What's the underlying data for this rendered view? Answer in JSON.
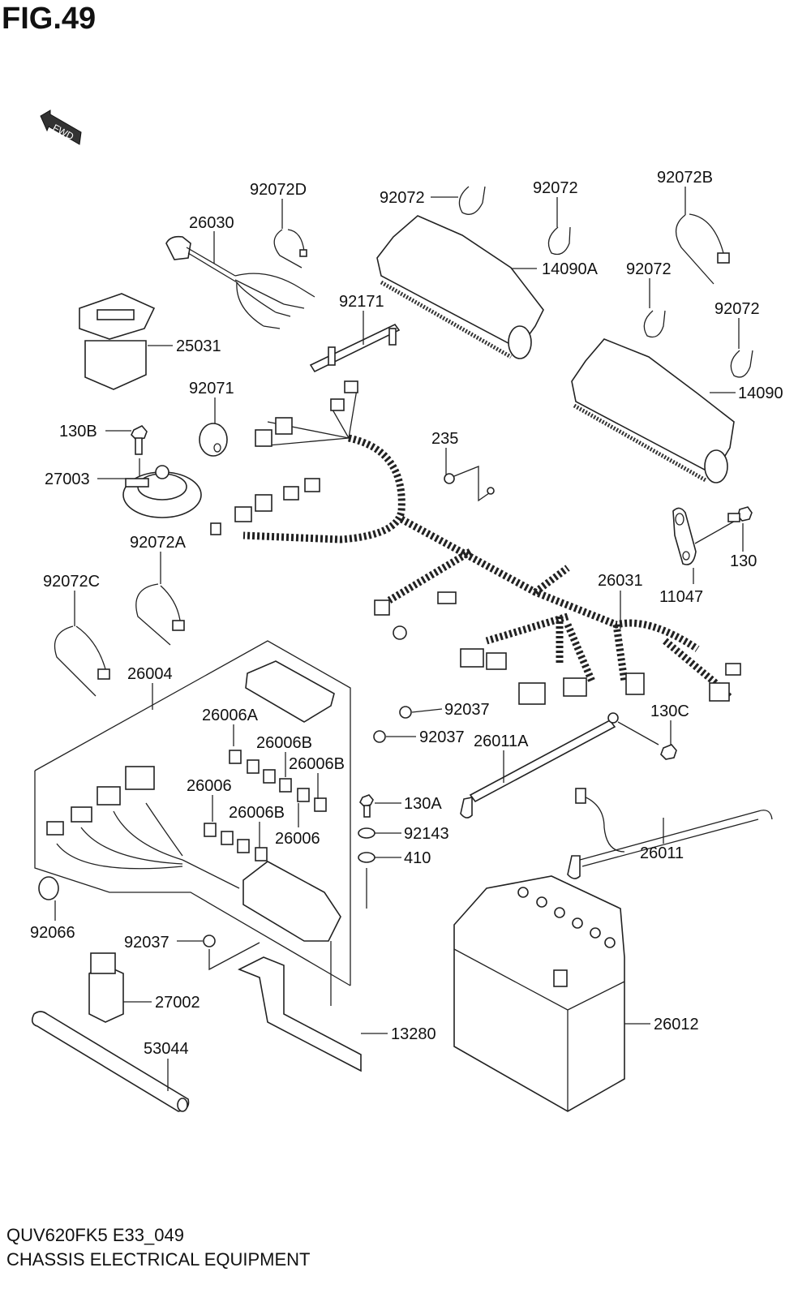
{
  "figure": {
    "title": "FIG.49",
    "model_code": "QUV620FK5 E33_049",
    "section_title": "CHASSIS ELECTRICAL EQUIPMENT",
    "direction_indicator": "FWD"
  },
  "parts": [
    {
      "id": "p-92072D",
      "label": "92072D",
      "description": "cable band"
    },
    {
      "id": "p-26030",
      "label": "26030",
      "description": "wiring lead with connector"
    },
    {
      "id": "p-92072-a",
      "label": "92072",
      "description": "clamp band"
    },
    {
      "id": "p-92072-b",
      "label": "92072",
      "description": "clamp band"
    },
    {
      "id": "p-92072B",
      "label": "92072B",
      "description": "cable band"
    },
    {
      "id": "p-14090A",
      "label": "14090A",
      "description": "cover"
    },
    {
      "id": "p-92072-c",
      "label": "92072",
      "description": "clamp band"
    },
    {
      "id": "p-92171",
      "label": "92171",
      "description": "bracket"
    },
    {
      "id": "p-25031",
      "label": "25031",
      "description": "hour meter"
    },
    {
      "id": "p-92072-d",
      "label": "92072",
      "description": "clamp band"
    },
    {
      "id": "p-14090",
      "label": "14090",
      "description": "cover"
    },
    {
      "id": "p-92071",
      "label": "92071",
      "description": "grommet"
    },
    {
      "id": "p-130B",
      "label": "130B",
      "description": "flanged bolt"
    },
    {
      "id": "p-235",
      "label": "235",
      "description": "screw"
    },
    {
      "id": "p-27003",
      "label": "27003",
      "description": "horn"
    },
    {
      "id": "p-92072A",
      "label": "92072A",
      "description": "cable band"
    },
    {
      "id": "p-130",
      "label": "130",
      "description": "flanged bolt"
    },
    {
      "id": "p-92072C",
      "label": "92072C",
      "description": "cable band"
    },
    {
      "id": "p-26031",
      "label": "26031",
      "description": "main wiring harness"
    },
    {
      "id": "p-11047",
      "label": "11047",
      "description": "bracket"
    },
    {
      "id": "p-26004",
      "label": "26004",
      "description": "fuse box assembly"
    },
    {
      "id": "p-92037-a",
      "label": "92037",
      "description": "clamp"
    },
    {
      "id": "p-130C",
      "label": "130C",
      "description": "flanged bolt"
    },
    {
      "id": "p-26006A",
      "label": "26006A",
      "description": "fuse"
    },
    {
      "id": "p-92037-b",
      "label": "92037",
      "description": "clamp"
    },
    {
      "id": "p-26011A",
      "label": "26011A",
      "description": "battery cable"
    },
    {
      "id": "p-26006B-a",
      "label": "26006B",
      "description": "fuse"
    },
    {
      "id": "p-26006B-b",
      "label": "26006B",
      "description": "fuse"
    },
    {
      "id": "p-26006-a",
      "label": "26006",
      "description": "fuse"
    },
    {
      "id": "p-130A",
      "label": "130A",
      "description": "flanged bolt"
    },
    {
      "id": "p-26006B-c",
      "label": "26006B",
      "description": "fuse"
    },
    {
      "id": "p-26006-b",
      "label": "26006",
      "description": "fuse"
    },
    {
      "id": "p-92143",
      "label": "92143",
      "description": "collar"
    },
    {
      "id": "p-26011",
      "label": "26011",
      "description": "battery cable"
    },
    {
      "id": "p-410",
      "label": "410",
      "description": "washer"
    },
    {
      "id": "p-92066",
      "label": "92066",
      "description": "plug"
    },
    {
      "id": "p-92037-c",
      "label": "92037",
      "description": "clamp"
    },
    {
      "id": "p-27002",
      "label": "27002",
      "description": "relay"
    },
    {
      "id": "p-26012",
      "label": "26012",
      "description": "battery"
    },
    {
      "id": "p-13280",
      "label": "13280",
      "description": "bracket"
    },
    {
      "id": "p-53044",
      "label": "53044",
      "description": "tube"
    }
  ]
}
